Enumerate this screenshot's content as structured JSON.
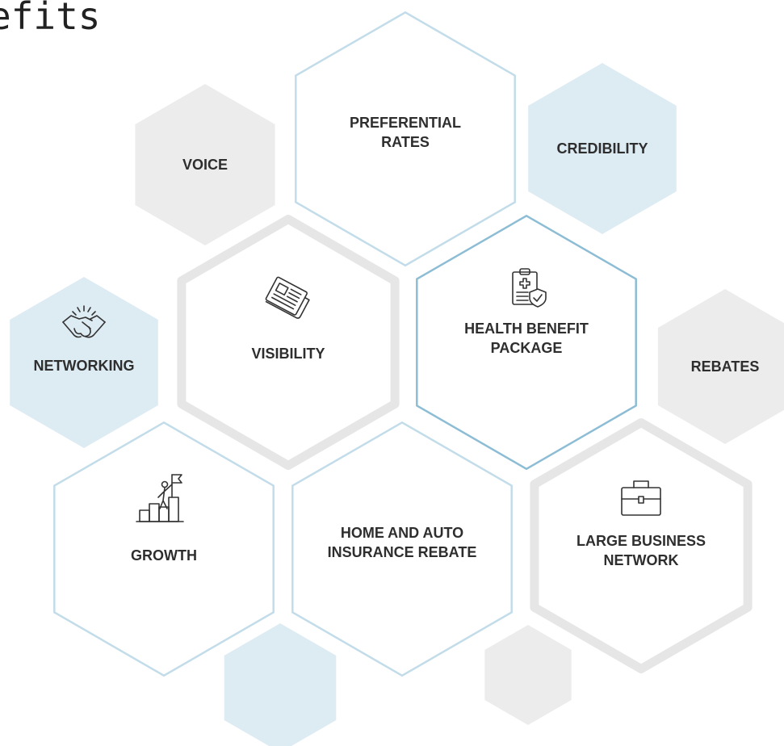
{
  "heading": "efits",
  "colors": {
    "gray_fill": "#ececec",
    "blue_fill": "#ddebf3",
    "gray_outline": "#e6e6e6",
    "blue_outline": "#c2dce9",
    "blue_outline_strong": "#8dbdd5",
    "text": "#2e2e2e"
  },
  "hexagons": [
    {
      "id": "voice",
      "label": [
        "VOICE"
      ],
      "style": "gray-fill",
      "icon": null
    },
    {
      "id": "preferential-rates",
      "label": [
        "PREFERENTIAL",
        "RATES"
      ],
      "style": "blue-outline",
      "icon": null
    },
    {
      "id": "credibility",
      "label": [
        "CREDIBILITY"
      ],
      "style": "blue-fill",
      "icon": null
    },
    {
      "id": "visibility",
      "label": [
        "VISIBILITY"
      ],
      "style": "gray-outline",
      "icon": "newspaper-icon"
    },
    {
      "id": "health-benefit-package",
      "label": [
        "HEALTH BENEFIT",
        "PACKAGE"
      ],
      "style": "blue-outline-strong",
      "icon": "medical-clipboard-icon"
    },
    {
      "id": "networking",
      "label": [
        "NETWORKING"
      ],
      "style": "blue-fill",
      "icon": "handshake-icon"
    },
    {
      "id": "rebates",
      "label": [
        "REBATES"
      ],
      "style": "gray-fill",
      "icon": null
    },
    {
      "id": "growth",
      "label": [
        "GROWTH"
      ],
      "style": "blue-outline",
      "icon": "climber-flag-icon"
    },
    {
      "id": "home-and-auto-insurance-rebate",
      "label": [
        "HOME AND AUTO",
        "INSURANCE REBATE"
      ],
      "style": "blue-outline",
      "icon": null
    },
    {
      "id": "large-business-network",
      "label": [
        "LARGE BUSINESS",
        "NETWORK"
      ],
      "style": "gray-outline",
      "icon": "briefcase-icon"
    },
    {
      "id": "bottom-blue-decor",
      "label": [],
      "style": "blue-fill",
      "icon": null
    },
    {
      "id": "bottom-gray-decor",
      "label": [],
      "style": "gray-fill",
      "icon": null
    }
  ]
}
